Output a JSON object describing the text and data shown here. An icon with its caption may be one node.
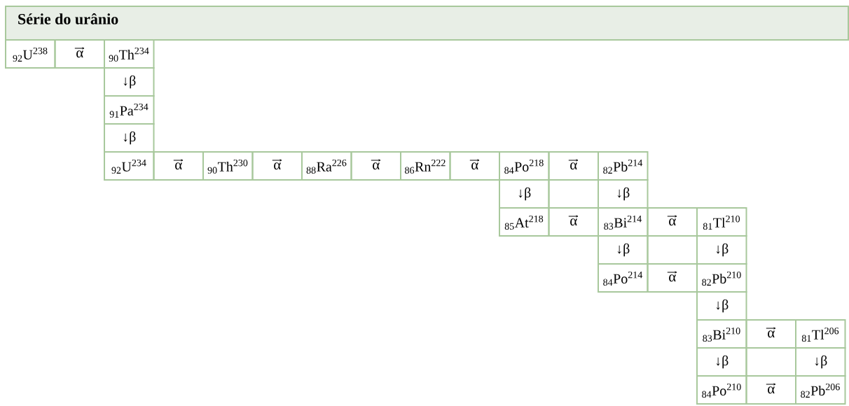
{
  "diagram": {
    "title": "Série do urânio",
    "labels": [
      "$_{92}$U$^{238}$",
      "α",
      "$_{90}$Th$^{234}$",
      "↓β",
      "$_{91}$Pa$^{234}$",
      "↓β",
      "$_{92}$U$^{234}$",
      "α",
      "$_{90}$Th$^{230}$",
      "α",
      "$_{88}$Ra$^{226}$",
      "α",
      "$_{86}$Rn$^{222}$",
      "α",
      "$_{84}$Po$^{218}$",
      "α",
      "$_{82}$Pb$^{214}$",
      "↓β",
      "↓β",
      "$_{85}$At$^{218}$",
      "α",
      "$_{83}$Bi$^{214}$",
      "α",
      "$_{81}$Tl$^{210}$",
      "↓β",
      "↓β",
      "$_{84}$Po$^{214}$",
      "α",
      "$_{82}$Pb$^{210}$",
      "↓β",
      "$_{83}$Bi$^{210}$",
      "α",
      "$_{81}$Tl$^{206}$",
      "↓β",
      "↓β",
      "$_{84}$Po$^{210}$",
      "α",
      "$_{82}$Pb$^{206}$"
    ]
  }
}
